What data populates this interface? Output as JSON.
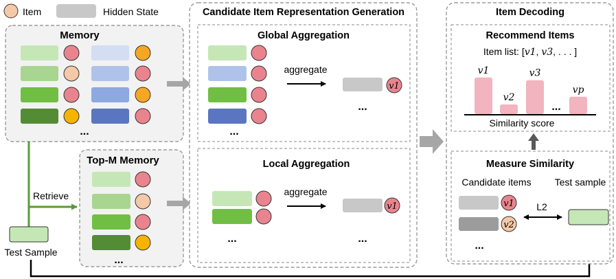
{
  "legend": {
    "item_label": "Item",
    "hidden_state_label": "Hidden State"
  },
  "memory": {
    "title": "Memory",
    "ellipsis": "..."
  },
  "top_m_memory": {
    "title": "Top-M Memory",
    "ellipsis": "..."
  },
  "retrieve_label": "Retrieve",
  "test_sample_label": "Test Sample",
  "candidate_generation": {
    "title": "Candidate Item Representation Generation",
    "global": {
      "title": "Global Aggregation",
      "arrow_label": "aggregate",
      "output_item": "v1",
      "ellipsis": "..."
    },
    "local": {
      "title": "Local Aggregation",
      "arrow_label": "aggregate",
      "output_item": "v1",
      "ellipsis": "..."
    }
  },
  "item_decoding": {
    "title": "Item Decoding",
    "recommend": {
      "title": "Recommend Items",
      "item_list_prefix": "Item list: [",
      "item_list_v1": "v1",
      "item_list_v3": "v3",
      "item_list_suffix": ", . . . ]",
      "bars": [
        {
          "label": "v1",
          "value": 0.95
        },
        {
          "label": "v2",
          "value": 0.25
        },
        {
          "label": "v3",
          "value": 0.88
        },
        {
          "label": "vp",
          "value": 0.45
        }
      ],
      "bar_ellipsis": "...",
      "axis_label": "Similarity  score"
    },
    "measure": {
      "title": "Measure Similarity",
      "candidate_label": "Candidate items",
      "test_label": "Test sample",
      "candidates": [
        "v1",
        "v2"
      ],
      "distance_label": "L2",
      "ellipsis": "..."
    }
  },
  "colors": {
    "pink_item": "#e9848f",
    "peach_item": "#f5c8a8",
    "orange_item": "#f5a623",
    "gold_item": "#f5b400",
    "green_light": "#c5e7b5",
    "green_mid": "#a8d590",
    "green_bright": "#70bf44",
    "green_dark": "#548b35",
    "blue_light": "#d3def2",
    "blue_mid": "#afc3ea",
    "blue_bright": "#8ea8e0",
    "blue_dark": "#5b76c0",
    "gray_state": "#c8c8c8",
    "gray_dark_state": "#9c9c9c",
    "bar_pink": "#f2b4bf",
    "arrow_gray": "#a6a6a6",
    "line_green": "#5a9a3a"
  }
}
